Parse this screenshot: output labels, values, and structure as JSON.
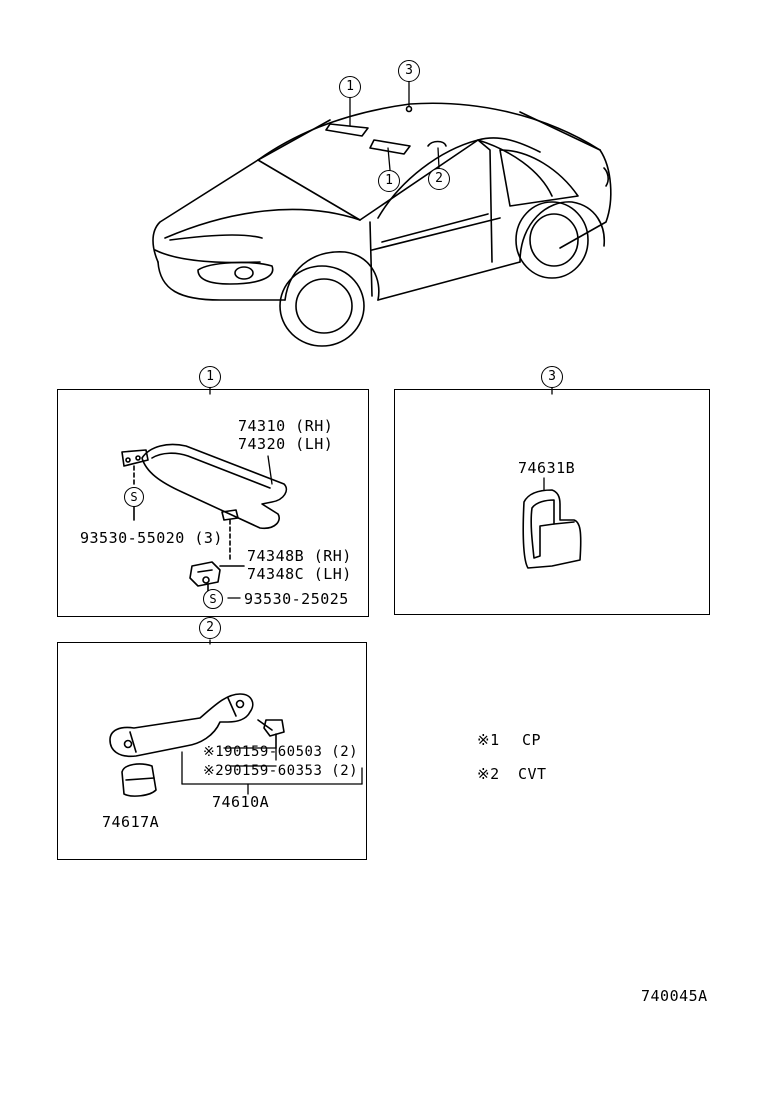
{
  "overview": {
    "callouts": [
      "1",
      "3",
      "1",
      "2"
    ]
  },
  "panel1": {
    "header": "1",
    "visor_part_rh": "74310 (RH)",
    "visor_part_lh": "74320 (LH)",
    "screw_symbol": "S",
    "screw_part": "93530-55020 (3)",
    "holder_part_rh": "74348B (RH)",
    "holder_part_lh": "74348C (LH)",
    "holder_screw_symbol": "S",
    "holder_screw_part": "93530-25025"
  },
  "panel2": {
    "header": "2",
    "bolt_part_1": "※190159-60503 (2)",
    "bolt_part_2": "※290159-60353 (2)",
    "grip_part": "74610A",
    "cap_part": "74617A"
  },
  "panel3": {
    "header": "3",
    "hook_part": "74631B"
  },
  "notes": {
    "note1_mark": "※1",
    "note1_text": "CP",
    "note2_mark": "※2",
    "note2_text": "CVT"
  },
  "figure_id": "740045A"
}
